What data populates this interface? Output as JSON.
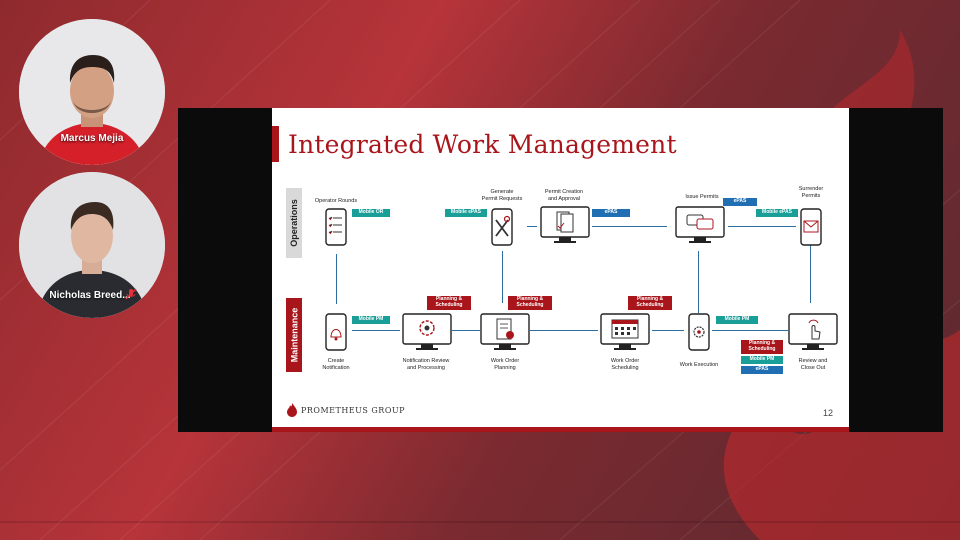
{
  "participants": [
    {
      "name": "Marcus Mejia"
    },
    {
      "name": "Nicholas Breed..."
    }
  ],
  "slide": {
    "title": "Integrated Work Management",
    "page_number": "12",
    "logo_text": "Prometheus Group",
    "lanes": {
      "top": "Operations",
      "bottom": "Maintenance"
    },
    "nodes": {
      "operator_rounds": "Operator Rounds",
      "generate_permit": "Generate\nPermit Requests",
      "permit_creation": "Permit Creation\nand Approval",
      "issue_permits": "Issue Permits",
      "surrender_permits": "Surrender\nPermits",
      "create_notification": "Create\nNotification",
      "notification_review": "Notification Review\nand Processing",
      "wo_planning": "Work Order\nPlanning",
      "wo_scheduling": "Work Order\nScheduling",
      "work_execution": "Work Execution",
      "review_close": "Review and\nClose Out"
    },
    "tags": {
      "mobile_or": "Mobile OR",
      "mobile_epas_1": "Mobile ePAS",
      "epas_1": "ePAS",
      "epas_2": "ePAS",
      "mobile_epas_2": "Mobile ePAS",
      "mobile_pm_1": "Mobile PM",
      "ps_1": "Planning &\nScheduling",
      "ps_2": "Planning &\nScheduling",
      "ps_3": "Planning &\nScheduling",
      "mobile_pm_2": "Mobile PM",
      "ps_4": "Planning &\nScheduling",
      "mobile_pm_3": "Mobile PM",
      "epas_3": "ePAS"
    }
  },
  "colors": {
    "brand_red": "#a8161c",
    "teal": "#1a9e98",
    "blue": "#1f6fb2",
    "line": "#2c6ea0"
  }
}
